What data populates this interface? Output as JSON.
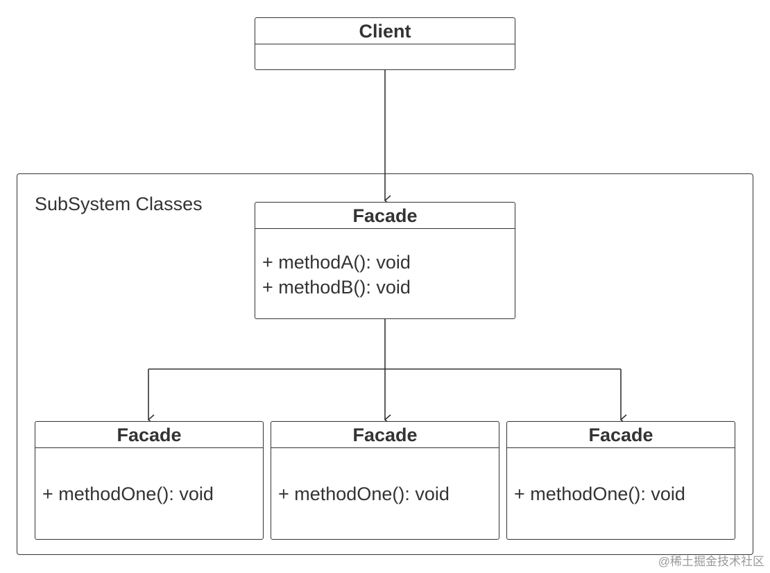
{
  "client": {
    "name": "Client"
  },
  "subsystem": {
    "label": "SubSystem Classes"
  },
  "facade": {
    "name": "Facade",
    "methods": [
      "+ methodA(): void",
      "+ methodB(): void"
    ]
  },
  "subclasses": [
    {
      "name": "Facade",
      "methods": [
        "+ methodOne(): void"
      ]
    },
    {
      "name": "Facade",
      "methods": [
        "+ methodOne(): void"
      ]
    },
    {
      "name": "Facade",
      "methods": [
        "+ methodOne(): void"
      ]
    }
  ],
  "watermark": "@稀土掘金技术社区",
  "colors": {
    "stroke": "#333333",
    "text": "#333333",
    "background": "#ffffff",
    "watermark": "#9a9a9a"
  }
}
